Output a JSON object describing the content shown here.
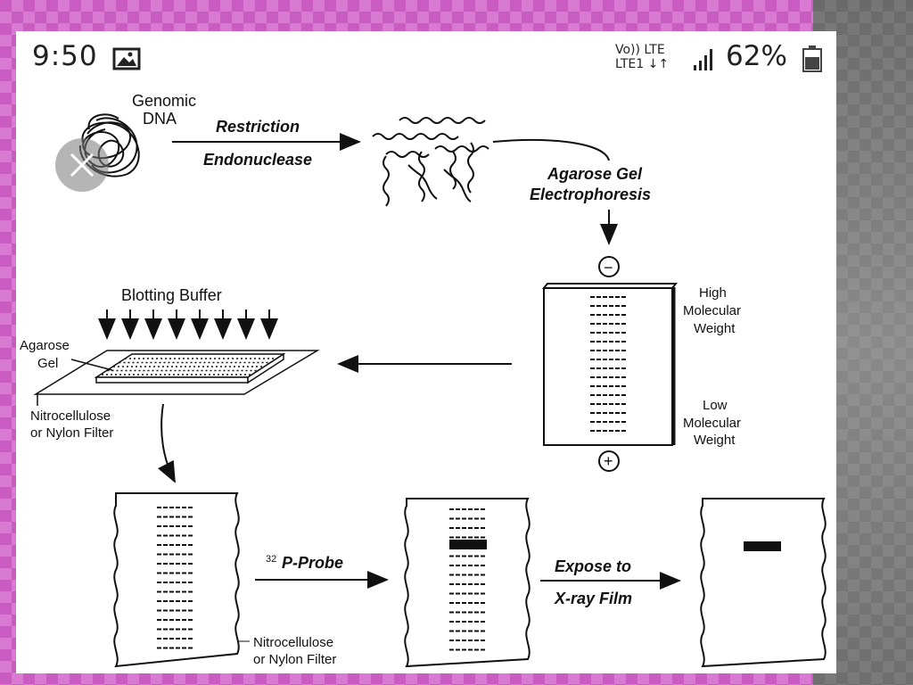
{
  "status_bar": {
    "time": "9:50",
    "network_line1": "Vo)) LTE",
    "network_line2": "LTE1 ↓↑",
    "battery": "62%",
    "icons": [
      "gallery-icon",
      "signal-icon",
      "battery-icon"
    ]
  },
  "diagram": {
    "genomic_dna": "Genomic",
    "genomic_dna_2": "DNA",
    "restriction": "Restriction",
    "endonuclease": "Endonuclease",
    "agarose_gel_electro_1": "Agarose Gel",
    "agarose_gel_electro_2": "Electrophoresis",
    "minus": "−",
    "plus": "+",
    "high_mw_1": "High",
    "high_mw_2": "Molecular",
    "high_mw_3": "Weight",
    "low_mw_1": "Low",
    "low_mw_2": "Molecular",
    "low_mw_3": "Weight",
    "blotting_buffer": "Blotting Buffer",
    "agarose_1": "Agarose",
    "agarose_2": "Gel",
    "nitro_1": "Nitrocellulose",
    "nitro_2": "or Nylon Filter",
    "probe_sup": "32",
    "probe": "P-Probe",
    "expose_1": "Expose to",
    "expose_2": "X-ray Film",
    "nitro_bottom_1": "Nitrocellulose",
    "nitro_bottom_2": "or Nylon Filter"
  },
  "colors": {
    "slide_bg": "#ffffff",
    "pink_bg": "#c85cc0",
    "gray_panel": "#7a7a7a"
  }
}
